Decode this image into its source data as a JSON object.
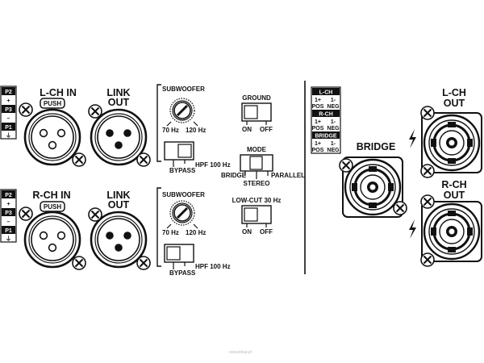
{
  "colors": {
    "ink": "#111111",
    "background": "#ffffff"
  },
  "polarity_legend": {
    "pins": [
      "P2",
      "+",
      "P3",
      "–",
      "P1",
      "⏚"
    ]
  },
  "channels": {
    "left": {
      "input_label": "L-CH IN",
      "push_label": "PUSH",
      "link_label_1": "LINK",
      "link_label_2": "OUT"
    },
    "right": {
      "input_label": "R-CH IN",
      "push_label": "PUSH",
      "link_label_1": "LINK",
      "link_label_2": "OUT"
    }
  },
  "subwoofer": {
    "left": {
      "title": "SUBWOOFER",
      "min_label": "70 Hz",
      "max_label": "120 Hz",
      "switch_on": "HPF 100 Hz",
      "switch_off": "BYPASS"
    },
    "right": {
      "title": "SUBWOOFER",
      "min_label": "70 Hz",
      "max_label": "120 Hz",
      "switch_on": "HPF 100 Hz",
      "switch_off": "BYPASS"
    }
  },
  "ground": {
    "title": "GROUND",
    "on": "ON",
    "off": "OFF"
  },
  "mode": {
    "title": "MODE",
    "bridge": "BRIDGE",
    "stereo": "STEREO",
    "parallel": "PARALLEL"
  },
  "lowcut": {
    "title": "LOW-CUT 30 Hz",
    "on": "ON",
    "off": "OFF"
  },
  "speaker_legend": [
    {
      "header": "L-CH",
      "pos": "1+",
      "neg": "1-",
      "pos_label": "POS",
      "neg_label": "NEG"
    },
    {
      "header": "R-CH",
      "pos": "1+",
      "neg": "1-",
      "pos_label": "POS",
      "neg_label": "NEG"
    },
    {
      "header": "BRIDGE",
      "pos": "1+",
      "neg": "1-",
      "pos_label": "POS",
      "neg_label": "NEG"
    }
  ],
  "outputs": {
    "bridge_label": "BRIDGE",
    "left_1": "L-CH",
    "left_2": "OUT",
    "right_1": "R-CH",
    "right_2": "OUT"
  },
  "watermark": "www.tokai.pl"
}
